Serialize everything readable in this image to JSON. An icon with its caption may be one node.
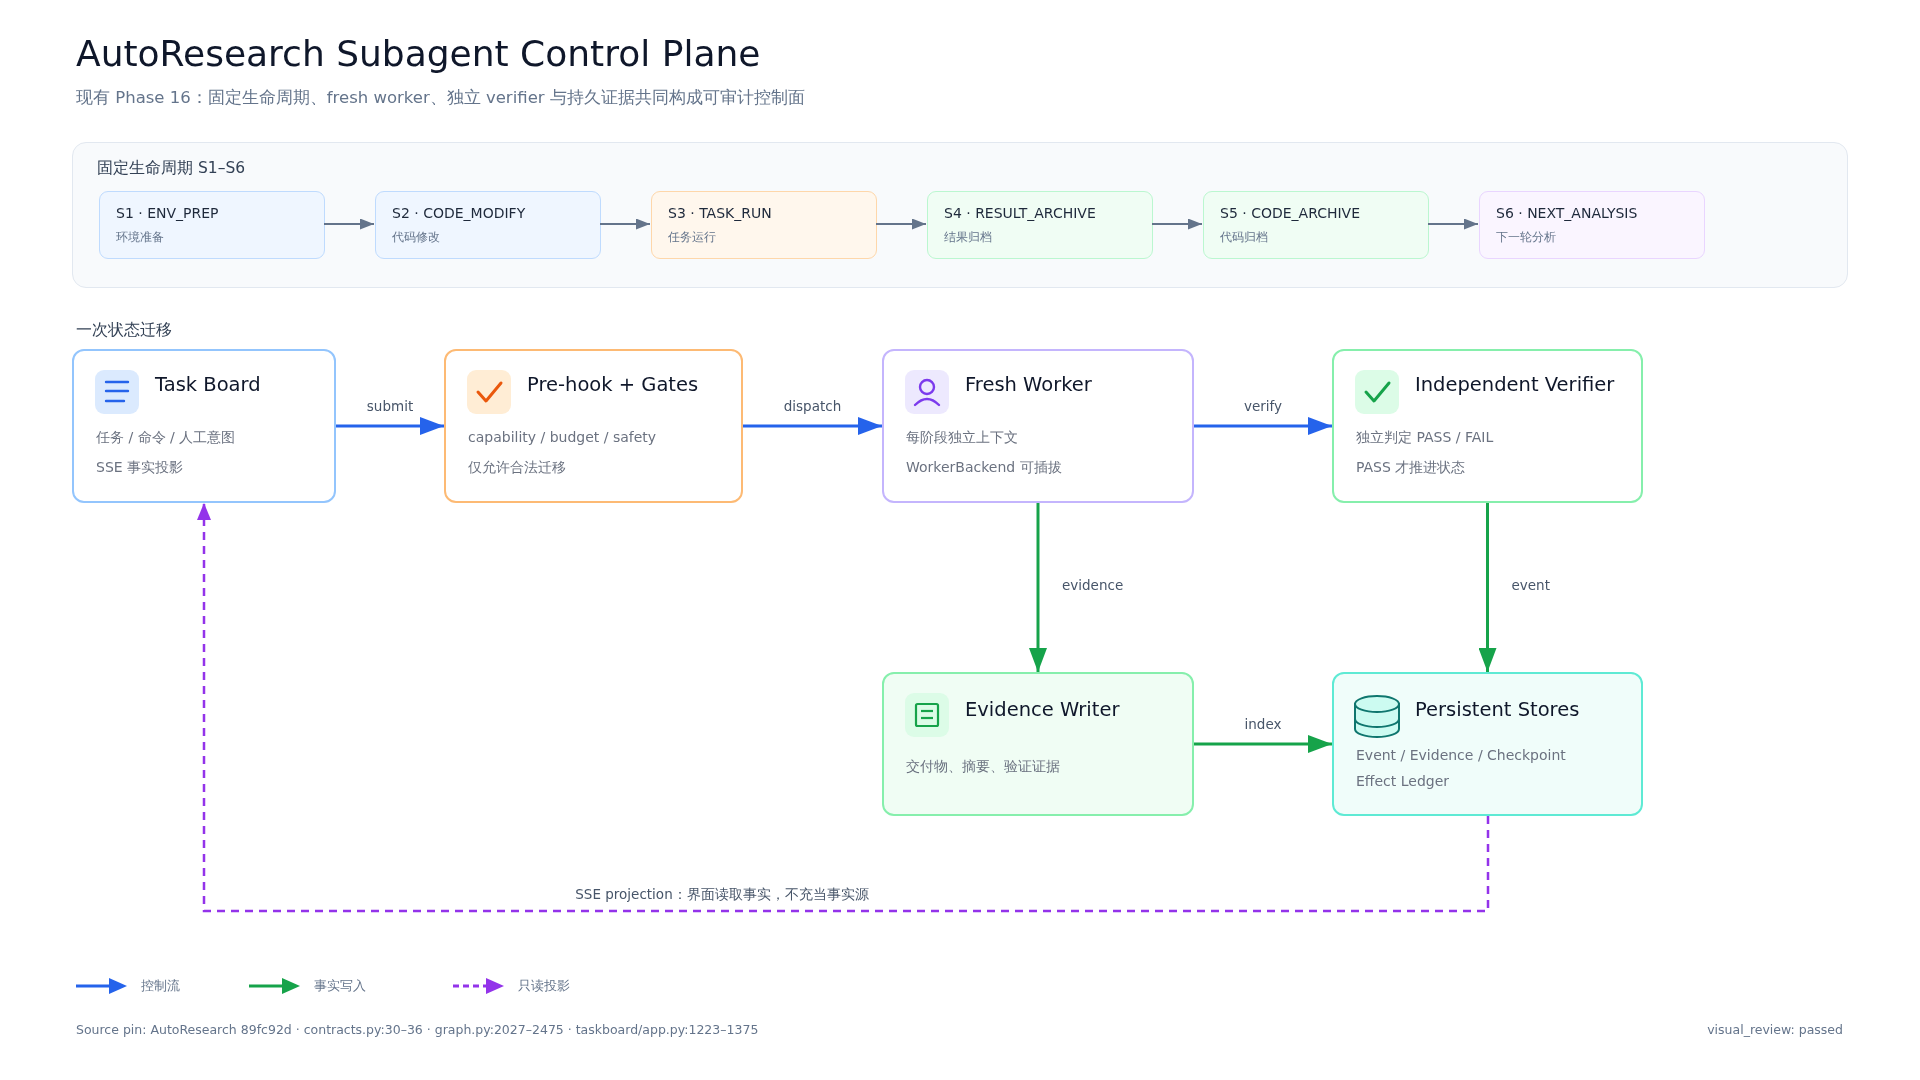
{
  "diagram": {
    "title": "AutoResearch Subagent Control Plane",
    "nodes": [
      {
        "text": [
          "固定生命周期 S1–S6"
        ]
      },
      {
        "text": [
          "S1 · ENV_PREP",
          "环境准备"
        ],
        "in": 0
      },
      {
        "text": [
          "S2 · CODE_MODIFY",
          "代码修改"
        ],
        "in": 0
      },
      {
        "text": [
          "S3 · TASK_RUN",
          "任务运行"
        ],
        "in": 0
      },
      {
        "text": [
          "S4 · RESULT_ARCHIVE",
          "结果归档"
        ],
        "in": 0
      },
      {
        "text": [
          "S5 · CODE_ARCHIVE",
          "代码归档"
        ],
        "in": 0
      },
      {
        "text": [
          "S6 · NEXT_ANALYSIS",
          "下一轮分析"
        ],
        "in": 0
      },
      {
        "text": [
          "Task Board",
          "任务 / 命令 / 人工意图",
          "SSE 事实投影"
        ]
      },
      {
        "text": [
          "Pre-hook + Gates",
          "capability / budget / safety",
          "仅允许合法迁移"
        ]
      },
      {
        "text": [
          "Fresh Worker",
          "每阶段独立上下文",
          "WorkerBackend 可插拔"
        ]
      },
      {
        "text": [
          "Independent Verifier",
          "独立判定 PASS / FAIL",
          "PASS 才推进状态"
        ]
      },
      {
        "text": [
          "Evidence Writer",
          "交付物、摘要、验证证据"
        ]
      },
      {
        "text": [
          "Persistent Stores",
          "Event / Evidence / Checkpoint",
          "Effect Ledger"
        ]
      }
    ],
    "edges": [
      {
        "from": 1,
        "to": 2,
        "arrow": "to"
      },
      {
        "from": 2,
        "to": 3,
        "arrow": "to"
      },
      {
        "from": 3,
        "to": 4,
        "arrow": "to"
      },
      {
        "from": 4,
        "to": 5,
        "arrow": "to"
      },
      {
        "from": 5,
        "to": 6,
        "arrow": "to"
      },
      {
        "from": 7,
        "to": 8,
        "arrow": "to",
        "label": "submit",
        "color": "#2563eb"
      },
      {
        "from": 8,
        "to": 9,
        "arrow": "to",
        "label": "dispatch",
        "color": "#2563eb"
      },
      {
        "from": 9,
        "to": 10,
        "arrow": "to",
        "label": "verify",
        "color": "#2563eb"
      },
      {
        "from": 9,
        "to": 11,
        "arrow": "to",
        "label": "evidence",
        "color": "#16a34a"
      },
      {
        "from": 10,
        "to": 12,
        "arrow": "to",
        "label": "event",
        "color": "#16a34a"
      },
      {
        "from": 11,
        "to": 12,
        "arrow": "to",
        "label": "index",
        "color": "#16a34a"
      },
      {
        "from": 12,
        "to": 7,
        "arrow": "to",
        "label": "SSE projection：界面读取事实，不充当事实源",
        "style": "dashed",
        "color": "#9333ea"
      }
    ],
    "labels": [
      "现有 Phase 16：固定生命周期、fresh worker、独立 verifier 与持久证据共同构成可审计控制面",
      "一次状态迁移",
      "Source pin: AutoResearch 89fc92d · contracts.py:30–36 · graph.py:2027–2475 · taskboard/app.py:1223–1375",
      "visual_review: passed"
    ],
    "legend": [
      {
        "text": "控制流"
      },
      {
        "text": "事实写入"
      },
      {
        "text": "只读投影"
      }
    ]
  }
}
